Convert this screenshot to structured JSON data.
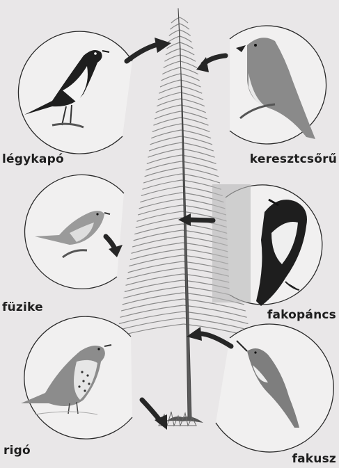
{
  "colors": {
    "background": "#e9e7e8",
    "ink": "#1e1e1e",
    "arrow": "#262626",
    "tree": "#6e6e6e",
    "circle_outline": "#2a2a2a"
  },
  "birds": [
    {
      "key": "legykapo",
      "label": "légykapó",
      "icon": "flycatcher-icon"
    },
    {
      "key": "keresztcsoru",
      "label": "keresztcsőrű",
      "icon": "crossbill-icon"
    },
    {
      "key": "fuzike",
      "label": "füzike",
      "icon": "warbler-icon"
    },
    {
      "key": "fakopancs",
      "label": "fakopáncs",
      "icon": "woodpecker-icon"
    },
    {
      "key": "rigo",
      "label": "rigó",
      "icon": "thrush-icon"
    },
    {
      "key": "fakusz",
      "label": "fakusz",
      "icon": "treecreeper-icon"
    }
  ],
  "tree": {
    "icon": "spruce-tree-icon"
  }
}
